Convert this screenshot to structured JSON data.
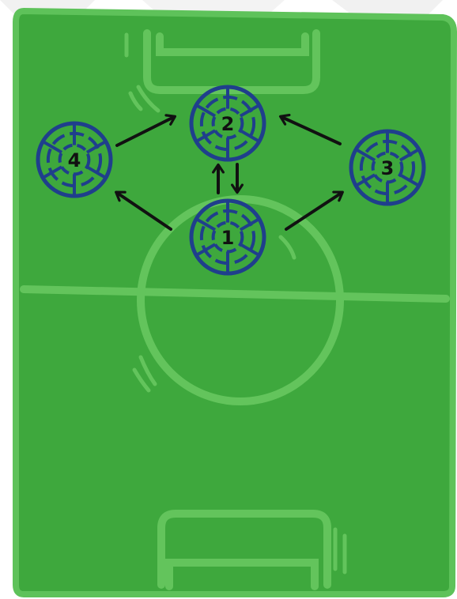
{
  "colors": {
    "pitch": "#3ea83d",
    "pitch_border": "#5ec25a",
    "lines": "#63c45c",
    "player": "#1f3f8c",
    "arrow": "#111111",
    "background_stripe": "#f1f1f1"
  },
  "players": [
    {
      "id": "p1",
      "label": "1"
    },
    {
      "id": "p2",
      "label": "2"
    },
    {
      "id": "p3",
      "label": "3"
    },
    {
      "id": "p4",
      "label": "4"
    }
  ],
  "passes": [
    {
      "from": "1",
      "to": "4"
    },
    {
      "from": "4",
      "to": "2"
    },
    {
      "from": "1",
      "to": "3"
    },
    {
      "from": "3",
      "to": "2"
    },
    {
      "from": "1",
      "to": "2"
    },
    {
      "from": "2",
      "to": "1"
    }
  ]
}
